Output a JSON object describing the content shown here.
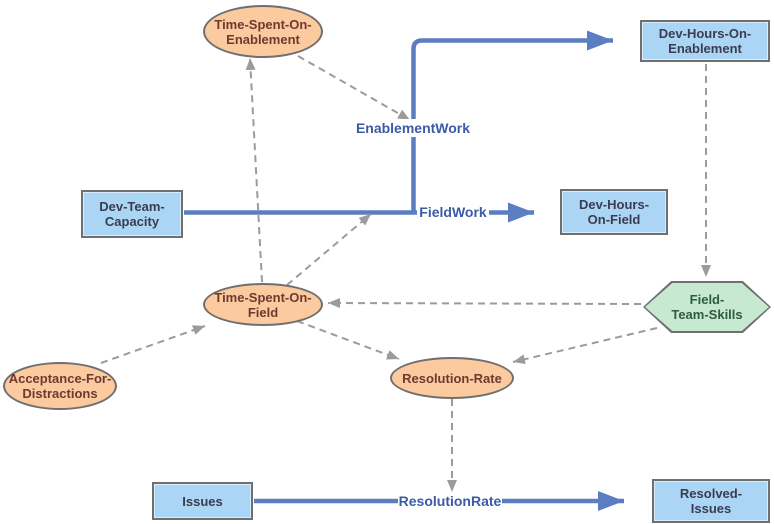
{
  "diagram": {
    "type": "stock-and-flow-model",
    "colors": {
      "stock_fill": "#abd5f5",
      "stock_text": "#3c3c50",
      "variable_fill": "#fbca9f",
      "variable_text": "#6e3a30",
      "skill_fill": "#c7e9cf",
      "skill_text": "#2e5c41",
      "shape_border": "#6f6f6f",
      "flow_blue": "#5b7dc2",
      "flow_label_blue": "#3b5ba5",
      "link_gray": "#9b9b9b",
      "background": "#ffffff"
    },
    "nodes": [
      {
        "id": "time-spent-on-enablement",
        "shape": "ellipse",
        "line1": "Time-Spent-On-",
        "line2": "Enablement"
      },
      {
        "id": "dev-hours-on-enablement",
        "shape": "rect",
        "line1": "Dev-Hours-On-",
        "line2": "Enablement"
      },
      {
        "id": "dev-team-capacity",
        "shape": "rect",
        "line1": "Dev-Team-",
        "line2": "Capacity"
      },
      {
        "id": "dev-hours-on-field",
        "shape": "rect",
        "line1": "Dev-Hours-",
        "line2": "On-Field"
      },
      {
        "id": "time-spent-on-field",
        "shape": "ellipse",
        "line1": "Time-Spent-On-",
        "line2": "Field"
      },
      {
        "id": "field-team-skills",
        "shape": "hexagon",
        "line1": "Field-",
        "line2": "Team-Skills"
      },
      {
        "id": "acceptance-for-distractions",
        "shape": "ellipse",
        "line1": "Acceptance-For-",
        "line2": "Distractions"
      },
      {
        "id": "resolution-rate",
        "shape": "ellipse",
        "line1": "Resolution-Rate",
        "line2": ""
      },
      {
        "id": "issues",
        "shape": "rect",
        "line1": "Issues",
        "line2": ""
      },
      {
        "id": "resolved-issues",
        "shape": "rect",
        "line1": "Resolved-",
        "line2": "Issues"
      }
    ],
    "flows": [
      {
        "id": "enablement-work",
        "label": "EnablementWork"
      },
      {
        "id": "field-work",
        "label": "FieldWork"
      },
      {
        "id": "resolution-rate-flow",
        "label": "ResolutionRate"
      }
    ]
  }
}
